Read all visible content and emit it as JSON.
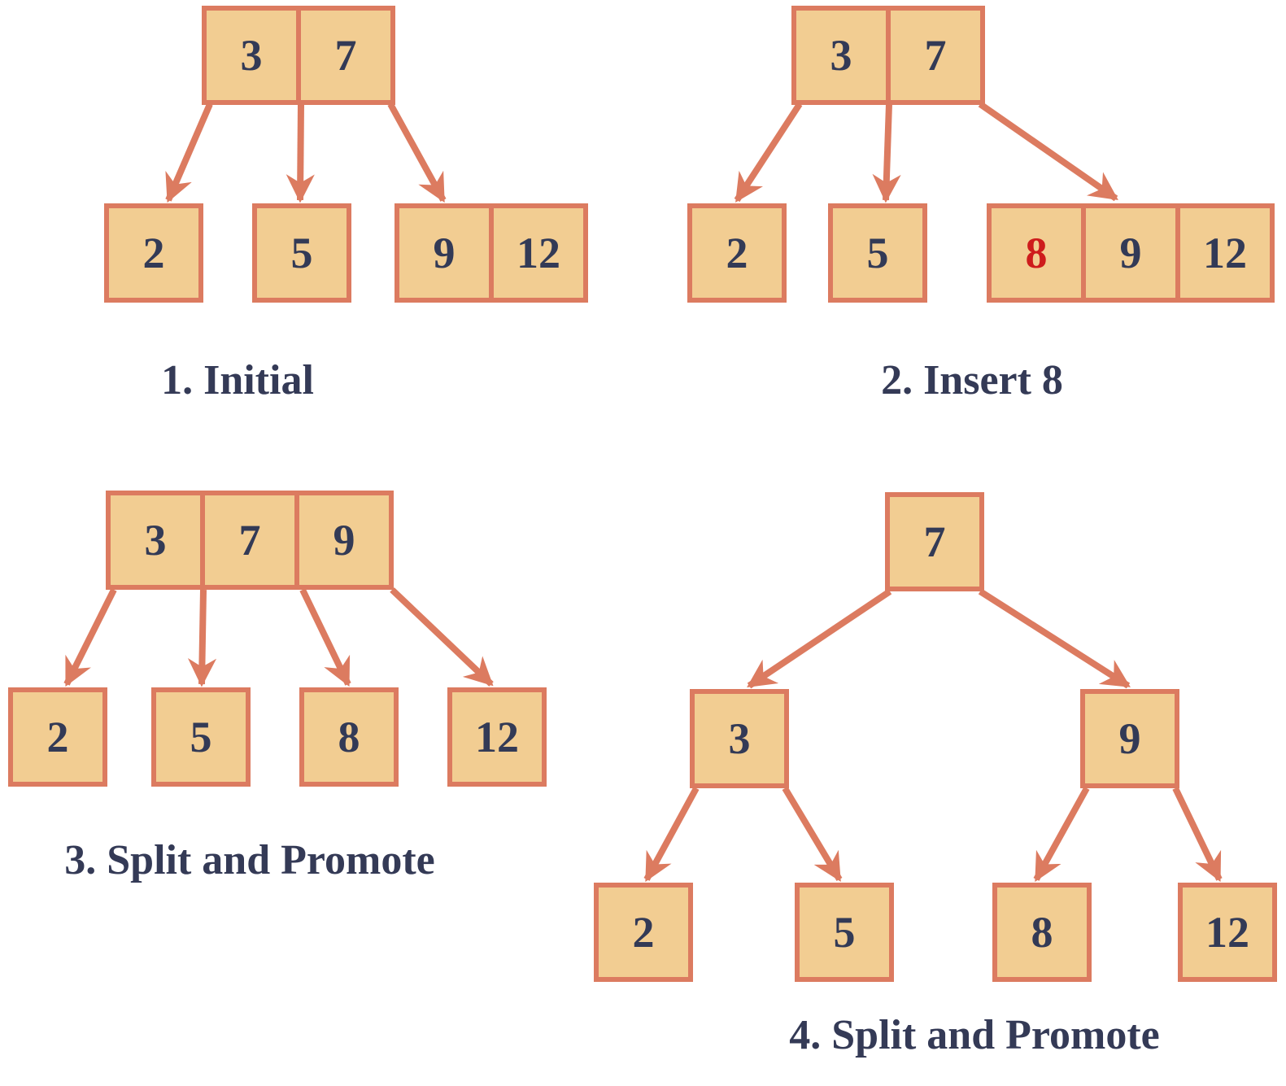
{
  "colors": {
    "node_fill": "#F2CD92",
    "node_border": "#DC7B60",
    "arrow_color": "#DC7B60",
    "key_text": "#333A56",
    "highlight_key_text": "#CE1C1C",
    "label_text": "#343A56"
  },
  "diagrams": [
    {
      "label": "1. Initial",
      "nodes": {
        "root": {
          "keys": [
            "3",
            "7"
          ]
        },
        "left": {
          "keys": [
            "2"
          ]
        },
        "mid": {
          "keys": [
            "5"
          ]
        },
        "right": {
          "keys": [
            "9",
            "12"
          ]
        }
      },
      "edges": [
        [
          "root",
          "left"
        ],
        [
          "root",
          "mid"
        ],
        [
          "root",
          "right"
        ]
      ]
    },
    {
      "label": "2. Insert 8",
      "nodes": {
        "root": {
          "keys": [
            "3",
            "7"
          ]
        },
        "left": {
          "keys": [
            "2"
          ]
        },
        "mid": {
          "keys": [
            "5"
          ]
        },
        "right": {
          "keys": [
            "8",
            "9",
            "12"
          ],
          "highlighted_key": "8"
        }
      },
      "edges": [
        [
          "root",
          "left"
        ],
        [
          "root",
          "mid"
        ],
        [
          "root",
          "right"
        ]
      ]
    },
    {
      "label": "3. Split and Promote",
      "nodes": {
        "root": {
          "keys": [
            "3",
            "7",
            "9"
          ]
        },
        "c0": {
          "keys": [
            "2"
          ]
        },
        "c1": {
          "keys": [
            "5"
          ]
        },
        "c2": {
          "keys": [
            "8"
          ]
        },
        "c3": {
          "keys": [
            "12"
          ]
        }
      },
      "edges": [
        [
          "root",
          "c0"
        ],
        [
          "root",
          "c1"
        ],
        [
          "root",
          "c2"
        ],
        [
          "root",
          "c3"
        ]
      ]
    },
    {
      "label": "4. Split and Promote",
      "nodes": {
        "root": {
          "keys": [
            "7"
          ]
        },
        "left": {
          "keys": [
            "3"
          ]
        },
        "right": {
          "keys": [
            "9"
          ]
        },
        "ll": {
          "keys": [
            "2"
          ]
        },
        "lr": {
          "keys": [
            "5"
          ]
        },
        "rl": {
          "keys": [
            "8"
          ]
        },
        "rr": {
          "keys": [
            "12"
          ]
        }
      },
      "edges": [
        [
          "root",
          "left"
        ],
        [
          "root",
          "right"
        ],
        [
          "left",
          "ll"
        ],
        [
          "left",
          "lr"
        ],
        [
          "right",
          "rl"
        ],
        [
          "right",
          "rr"
        ]
      ]
    }
  ]
}
